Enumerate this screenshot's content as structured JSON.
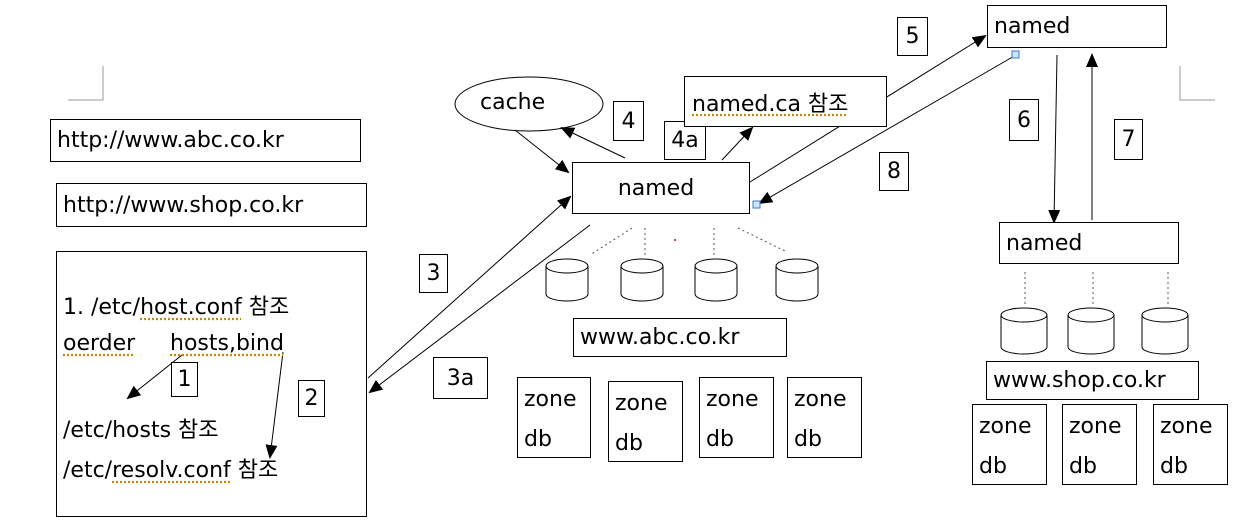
{
  "urls": {
    "abc": "http://www.abc.co.kr",
    "shop": "http://www.shop.co.kr"
  },
  "resolver": {
    "line1_prefix": "1. /etc/",
    "line1_underlined": "host.conf",
    "line1_suffix": " 참조",
    "line2_a": "oerder",
    "line2_b": "hosts,bind",
    "line3": "/etc/hosts 참조",
    "line4_prefix": "/etc/",
    "line4_underlined": "resolv.conf",
    "line4_suffix": " 참조"
  },
  "cache_label": "cache",
  "named_ca_label": "named.ca 참조",
  "named_local": "named",
  "named_root": "named",
  "named_shop": "named",
  "abc_domain": "www.abc.co.kr",
  "shop_domain": "www.shop.co.kr",
  "zone": {
    "line1": "zone",
    "line2": "db"
  },
  "steps": {
    "s1": "1",
    "s2": "2",
    "s3": "3",
    "s3a": "3a",
    "s4": "4",
    "s4a": "4a",
    "s5": "5",
    "s6": "6",
    "s7": "7",
    "s8": "8"
  }
}
